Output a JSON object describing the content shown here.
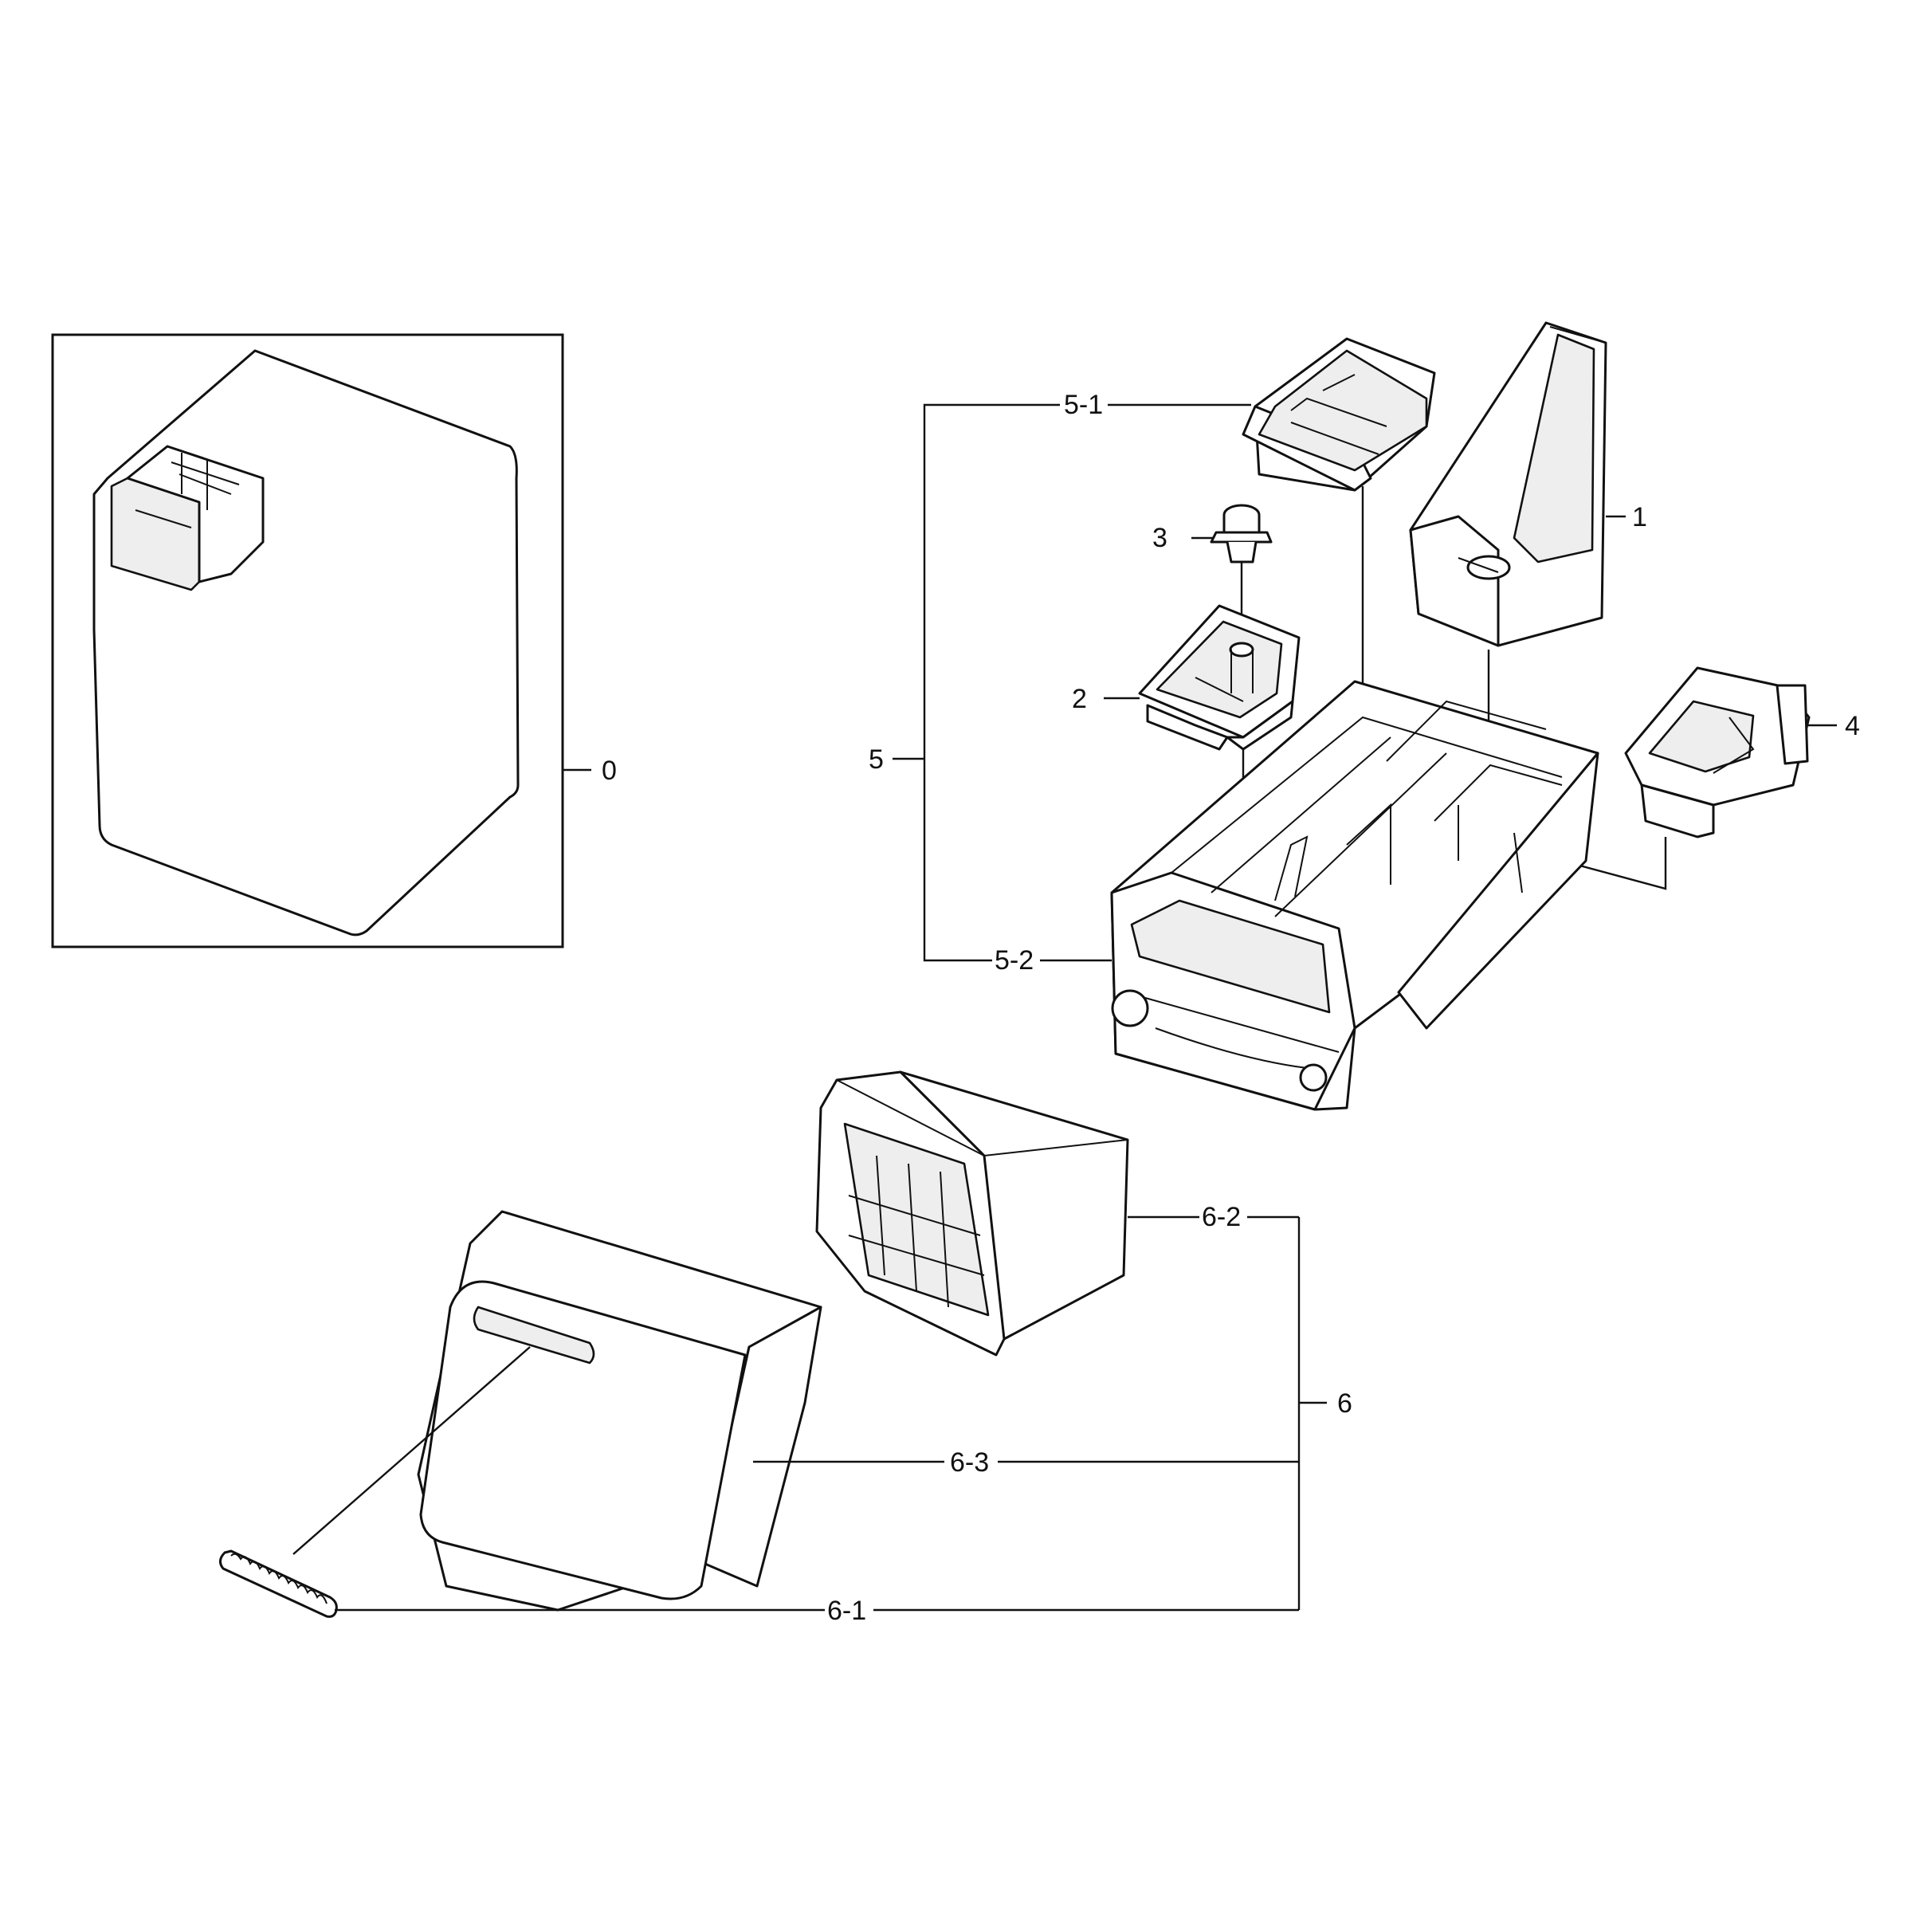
{
  "diagram": {
    "labels": {
      "part_0": "0",
      "part_1": "1",
      "part_2": "2",
      "part_3": "3",
      "part_4": "4",
      "part_5": "5",
      "part_5_1": "5-1",
      "part_5_2": "5-2",
      "part_6": "6",
      "part_6_1": "6-1",
      "part_6_2": "6-2",
      "part_6_3": "6-3"
    }
  }
}
